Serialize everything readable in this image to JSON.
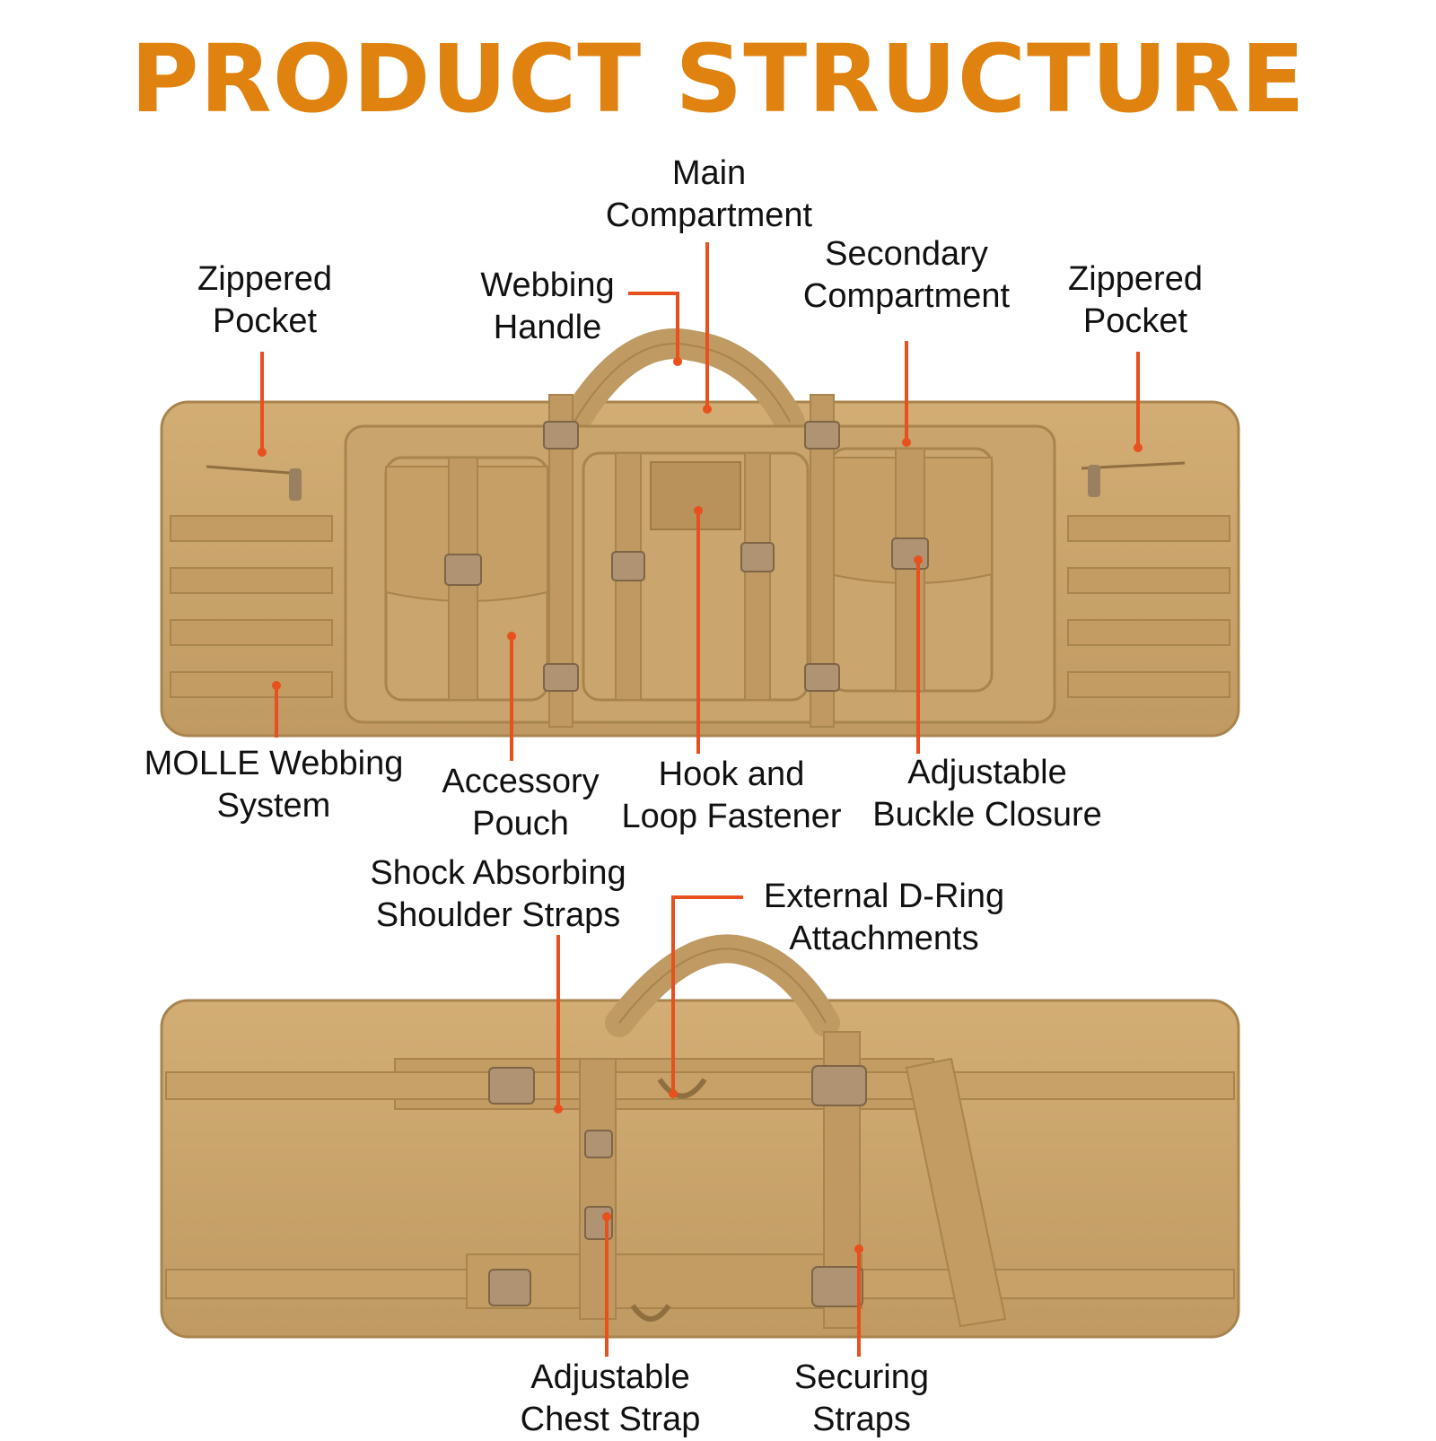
{
  "title": "PRODUCT STRUCTURE",
  "colors": {
    "title": "#e0820f",
    "callout_line": "#e8501e",
    "bag_fabric": "#c9a46c",
    "bag_shadow": "#a8844e",
    "buckle": "#b09373"
  },
  "front_labels": {
    "main_compartment": [
      "Main",
      "Compartment"
    ],
    "zippered_pocket_left": [
      "Zippered",
      "Pocket"
    ],
    "webbing_handle": [
      "Webbing",
      "Handle"
    ],
    "secondary_compartment": [
      "Secondary",
      "Compartment"
    ],
    "zippered_pocket_right": [
      "Zippered",
      "Pocket"
    ],
    "molle_webbing": [
      "MOLLE Webbing",
      "System"
    ],
    "accessory_pouch": [
      "Accessory",
      "Pouch"
    ],
    "hook_loop": [
      "Hook and",
      "Loop Fastener"
    ],
    "adjustable_buckle": [
      "Adjustable",
      "Buckle Closure"
    ]
  },
  "back_labels": {
    "shock_absorbing": [
      "Shock Absorbing",
      "Shoulder Straps"
    ],
    "d_ring": [
      "External D-Ring",
      "Attachments"
    ],
    "chest_strap": [
      "Adjustable",
      "Chest Strap"
    ],
    "securing_straps": [
      "Securing",
      "Straps"
    ]
  }
}
